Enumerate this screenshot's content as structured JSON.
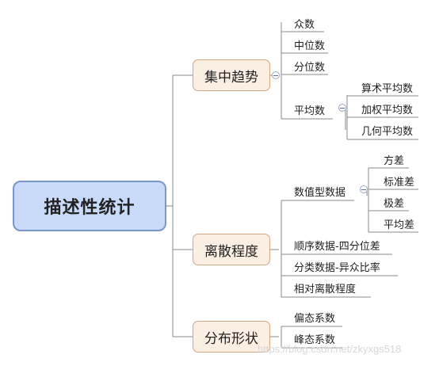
{
  "root": {
    "label": "描述性统计"
  },
  "branches": {
    "central": {
      "label": "集中趋势",
      "children": {
        "mode": "众数",
        "median": "中位数",
        "quantile": "分位数",
        "mean": {
          "label": "平均数",
          "children": [
            "算术平均数",
            "加权平均数",
            "几何平均数"
          ]
        }
      }
    },
    "dispersion": {
      "label": "离散程度",
      "children": {
        "numeric": {
          "label": "数值型数据",
          "children": [
            "方差",
            "标准差",
            "极差",
            "平均差"
          ]
        },
        "ordinal": "顺序数据-四分位差",
        "categorical": "分类数据-异众比率",
        "relative": "相对离散程度"
      }
    },
    "shape": {
      "label": "分布形状",
      "children": [
        "偏态系数",
        "峰态系数"
      ]
    }
  },
  "watermark": "https://blog.csdn.net/zkyxgs518",
  "colors": {
    "root_fill": "#c9daf8",
    "branch_fill": "#fbeee2",
    "connector": "#8a8a8a"
  }
}
